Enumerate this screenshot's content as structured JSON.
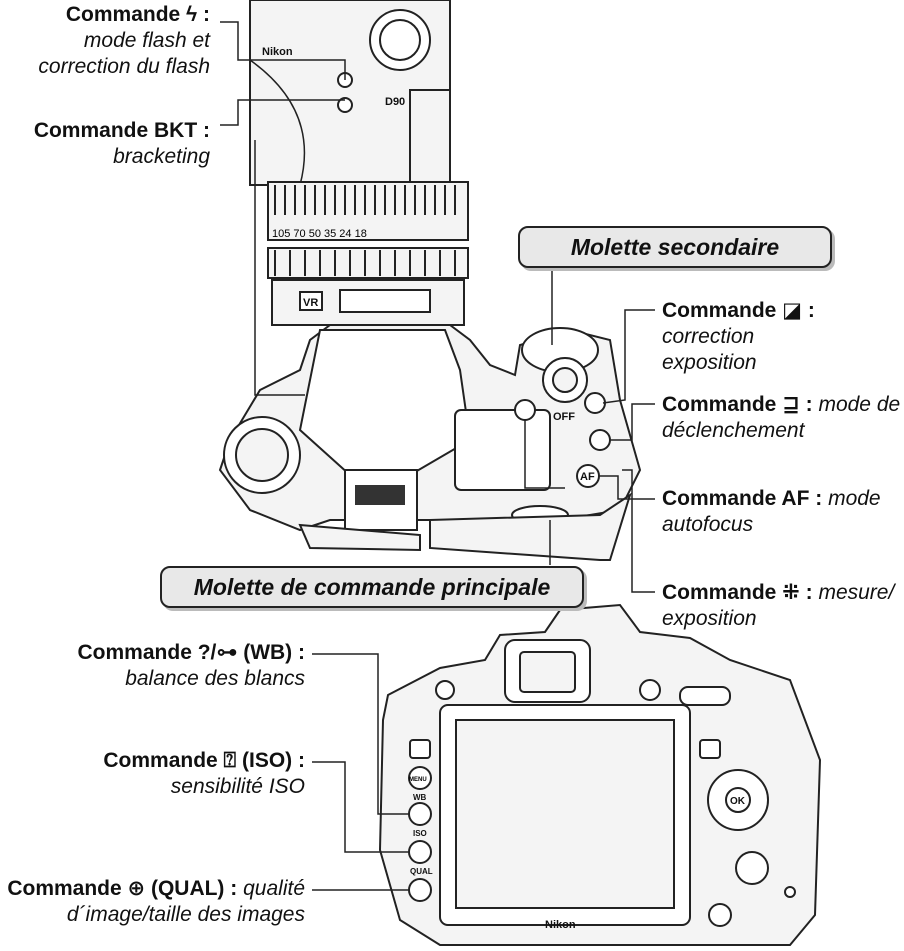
{
  "top_labels": {
    "flash": {
      "title": "Commande ϟ  :",
      "desc1": "mode flash et",
      "desc2": "correction du flash"
    },
    "bkt": {
      "title": "Commande BKT :",
      "desc": "bracketing"
    },
    "sub_dial": "Molette secondaire",
    "exposure_comp": {
      "title": "Commande ◪ :",
      "desc1": "correction",
      "desc2": "exposition"
    },
    "release_mode": {
      "title": "Commande ⊒ :",
      "desc1": "mode de",
      "desc2": "déclenchement"
    },
    "af": {
      "title": "Commande AF :",
      "desc1": "mode",
      "desc2": "autofocus"
    },
    "metering": {
      "title": "Commande ⁜ :",
      "desc1": "mesure/",
      "desc2": "exposition"
    },
    "main_dial": "Molette de commande principale"
  },
  "back_labels": {
    "wb": {
      "title": "Commande ?/⊶ (WB) :",
      "desc": "balance des blancs"
    },
    "iso": {
      "title": "Commande ⍰ (ISO) :",
      "desc": "sensibilité ISO"
    },
    "qual": {
      "title": "Commande ⊕ (QUAL) :",
      "desc1": "qualité",
      "desc2": "d´image/taille des images"
    }
  },
  "camera_marks": {
    "brand_top": "Nikon",
    "model": "D90",
    "vr": "VR",
    "off": "OFF",
    "af_btn": "AF",
    "brand_back": "Nikon",
    "ok": "OK",
    "menu": "MENU",
    "wb": "WB",
    "iso": "ISO",
    "qual": "QUAL",
    "lens_scale": "105 70  50   35    24   18"
  }
}
